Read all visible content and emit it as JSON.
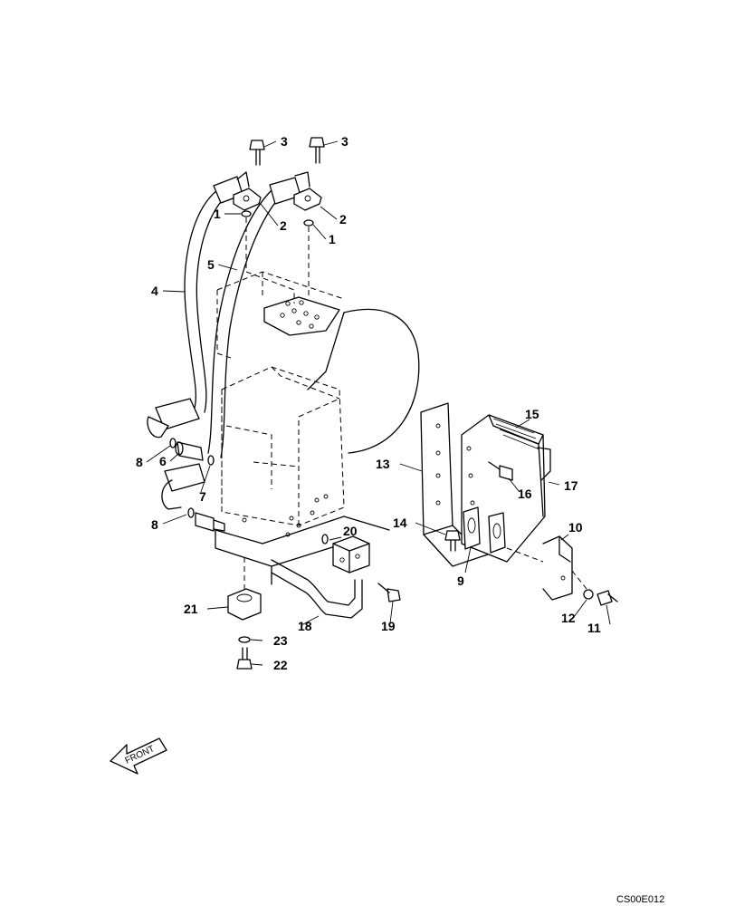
{
  "callouts": {
    "c1a": "1",
    "c1b": "1",
    "c2a": "2",
    "c2b": "2",
    "c3a": "3",
    "c3b": "3",
    "c4": "4",
    "c5": "5",
    "c6": "6",
    "c7": "7",
    "c8a": "8",
    "c8b": "8",
    "c9": "9",
    "c10": "10",
    "c11": "11",
    "c12": "12",
    "c13": "13",
    "c14": "14",
    "c15": "15",
    "c16": "16",
    "c17": "17",
    "c18": "18",
    "c19": "19",
    "c20": "20",
    "c21": "21",
    "c22": "22",
    "c23": "23"
  },
  "front_arrow_label": "FRONT",
  "drawing_code": "CS00E012"
}
